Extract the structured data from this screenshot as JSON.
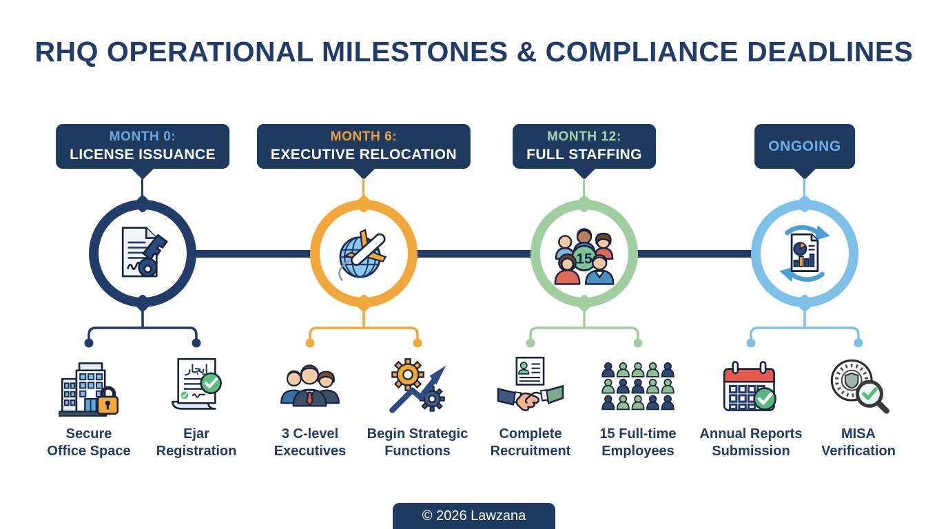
{
  "title": "RHQ OPERATIONAL MILESTONES & COMPLIANCE DEADLINES",
  "footer": {
    "text": "© 2026 Lawzana"
  },
  "colors": {
    "navy": "#213C69",
    "header_bg": "#1E3A5F",
    "orange": "#F0A73C",
    "green": "#A2CDA0",
    "blue": "#7FC0E8",
    "label_text": "#1F3B66"
  },
  "milestones": [
    {
      "header_line1": "MONTH 0:",
      "header_line2": "LICENSE ISSUANCE",
      "accent": "#213C69",
      "header_accent": "#6FA8DC",
      "icon": "license-document-key-icon",
      "items": [
        {
          "line1": "Secure",
          "line2": "Office Space",
          "icon": "office-building-lock-icon"
        },
        {
          "line1": "Ejar",
          "line2": "Registration",
          "icon": "ejar-contract-check-icon",
          "icon_text": "ايجار"
        }
      ]
    },
    {
      "header_line1": "MONTH 6:",
      "header_line2": "EXECUTIVE RELOCATION",
      "accent": "#F0A73C",
      "header_accent": "#EDA33D",
      "icon": "globe-airplane-icon",
      "items": [
        {
          "line1": "3 C-level",
          "line2": "Executives",
          "icon": "executives-icon"
        },
        {
          "line1": "Begin Strategic",
          "line2": "Functions",
          "icon": "gears-growth-arrow-icon"
        }
      ]
    },
    {
      "header_line1": "MONTH 12:",
      "header_line2": "FULL STAFFING",
      "accent": "#A2CDA0",
      "header_accent": "#A9D4AB",
      "icon": "team-group-icon",
      "badge": "15",
      "items": [
        {
          "line1": "Complete",
          "line2": "Recruitment",
          "icon": "handshake-resume-icon"
        },
        {
          "line1": "15 Full-time",
          "line2": "Employees",
          "icon": "employees-grid-icon"
        }
      ]
    },
    {
      "header_line1": "ONGOING",
      "header_line2": "",
      "accent": "#7FC0E8",
      "header_accent": "#6FAEDF",
      "icon": "recurring-reports-icon",
      "items": [
        {
          "line1": "Annual Reports",
          "line2": "Submission",
          "icon": "calendar-check-icon"
        },
        {
          "line1": "MISA",
          "line2": "Verification",
          "icon": "seal-magnifier-check-icon"
        }
      ]
    }
  ]
}
